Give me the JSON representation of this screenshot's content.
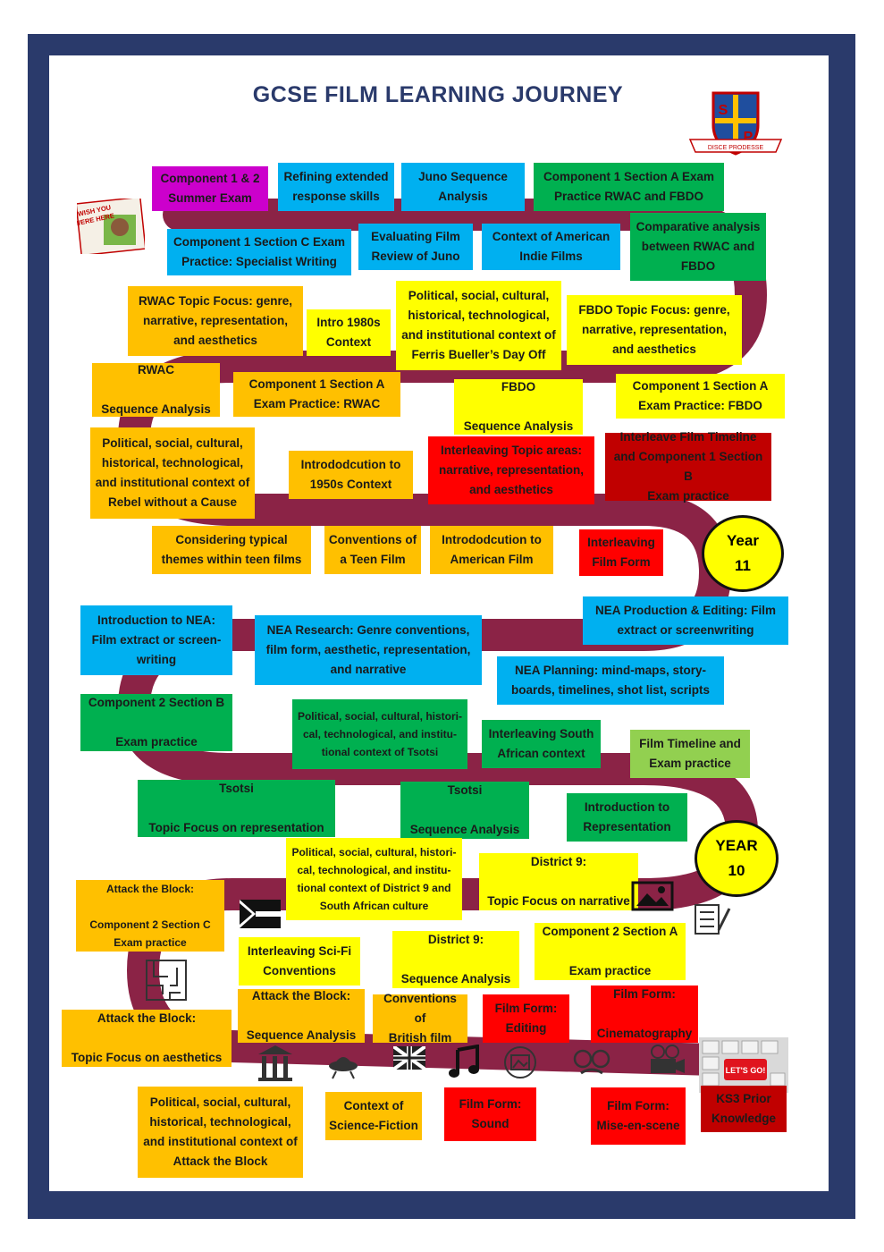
{
  "title": "GCSE FILM LEARNING JOURNEY",
  "crest": {
    "letters": [
      "S",
      "P"
    ],
    "motto": "DISCE PRODESSE"
  },
  "postcard": {
    "text": "WISH YOU WERE HERE"
  },
  "keyboard": {
    "key_text": "LET'S GO!"
  },
  "year_badges": {
    "year11": "Year\n11",
    "year10": "YEAR\n10"
  },
  "boxes": {
    "comp12_summer": "Component 1 & 2\nSummer Exam",
    "refining": "Refining extended\nresponse skills",
    "juno_seq": "Juno Sequence\nAnalysis",
    "comp1a_rwac_fbdo": "Component 1 Section A Exam\nPractice RWAC and FBDO",
    "comp1c": "Component 1 Section C Exam\nPractice: Specialist Writing",
    "eval_juno": "Evaluating Film\nReview of Juno",
    "context_indie": "Context of American\nIndie Films",
    "comparative": "Comparative analysis\nbetween RWAC and\nFBDO",
    "rwac_topic": "RWAC Topic Focus: genre,\nnarrative, representation,\nand aesthetics",
    "intro_1980s": "Intro 1980s\nContext",
    "ferris_context": "Political, social, cultural,\nhistorical, technological,\nand institutional context of\nFerris Bueller’s Day Off",
    "fbdo_topic": "FBDO Topic Focus: genre,\nnarrative, representation,\nand aesthetics",
    "rwac_seq": "RWAC\n\nSequence Analysis",
    "comp1a_rwac": "Component 1 Section A\nExam Practice: RWAC",
    "fbdo_seq": "FBDO\n\nSequence Analysis",
    "comp1a_fbdo": "Component 1 Section A\nExam Practice: FBDO",
    "rebel_context": "Political, social, cultural,\nhistorical, technological,\nand institutional context of\nRebel without a Cause",
    "intro_1950s": "Intrododcution to\n1950s Context",
    "interleaving_topic": "Interleaving Topic areas:\nnarrative, representation,\nand aesthetics",
    "interleave_timeline": "Interleave Film Timeline\nand Component 1 Section B\nExam practice",
    "typical_themes": "Considering typical\nthemes within teen films",
    "conventions_teen": "Conventions of\na Teen Film",
    "intro_american": "Intrododcution to\nAmerican Film",
    "interleaving_form": "Interleaving\nFilm Form",
    "intro_nea": "Introduction to NEA:\nFilm extract or screen-\nwriting",
    "nea_research": "NEA Research: Genre conventions,\nfilm form, aesthetic, representation,\nand narrative",
    "nea_production": "NEA Production & Editing: Film\nextract or screenwriting",
    "nea_planning": "NEA Planning: mind-maps, story-\nboards, timelines, shot list, scripts",
    "comp2b": "Component 2 Section B\n\nExam practice",
    "tsotsi_context": "Political, social, cultural, histori-\ncal, technological, and institu-\ntional context of Tsotsi",
    "interleaving_sa": "Interleaving South\nAfrican context",
    "film_timeline": "Film Timeline and\nExam practice",
    "tsotsi_topic": "Tsotsi\n\nTopic Focus on representation",
    "tsotsi_seq": "Tsotsi\n\nSequence Analysis",
    "intro_representation": "Introduction to\nRepresentation",
    "d9_context": "Political, social, cultural, histori-\ncal, technological, and institu-\ntional context of District 9 and\nSouth African  culture",
    "d9_topic": "District 9:\n\nTopic Focus on narrative",
    "attack_comp2c": "Attack the Block:\n\nComponent 2 Section C\nExam practice",
    "interleaving_scifi": "Interleaving  Sci-Fi\nConventions",
    "d9_seq": "District 9:\n\nSequence Analysis",
    "comp2a": "Component 2 Section A\n\nExam practice",
    "attack_seq": "Attack the Block:\n\nSequence Analysis",
    "conventions_british": "Conventions of\nBritish film",
    "form_editing": "Film Form:\nEditing",
    "form_cinematography": "Film Form:\n\nCinematography",
    "attack_aesthetics": "Attack the Block:\n\nTopic Focus on aesthetics",
    "attack_context": "Political, social, cultural,\nhistorical, technological,\nand institutional context of\nAttack the Block",
    "context_scifi": "Context of\nScience-Fiction",
    "form_sound": "Film Form:\nSound",
    "form_mise": "Film Form:\nMise-en-scene",
    "ks3": "KS3 Prior\nKnowledge"
  },
  "colors": {
    "frame": "#2a3a6b",
    "road": "#8b2346",
    "orange": "#ffc000",
    "yellow": "#ffff00",
    "blue": "#00b0f0",
    "green": "#00b050",
    "light_green": "#92d050",
    "red": "#ff0000",
    "dark_red": "#c00000",
    "magenta": "#cc00cc"
  }
}
